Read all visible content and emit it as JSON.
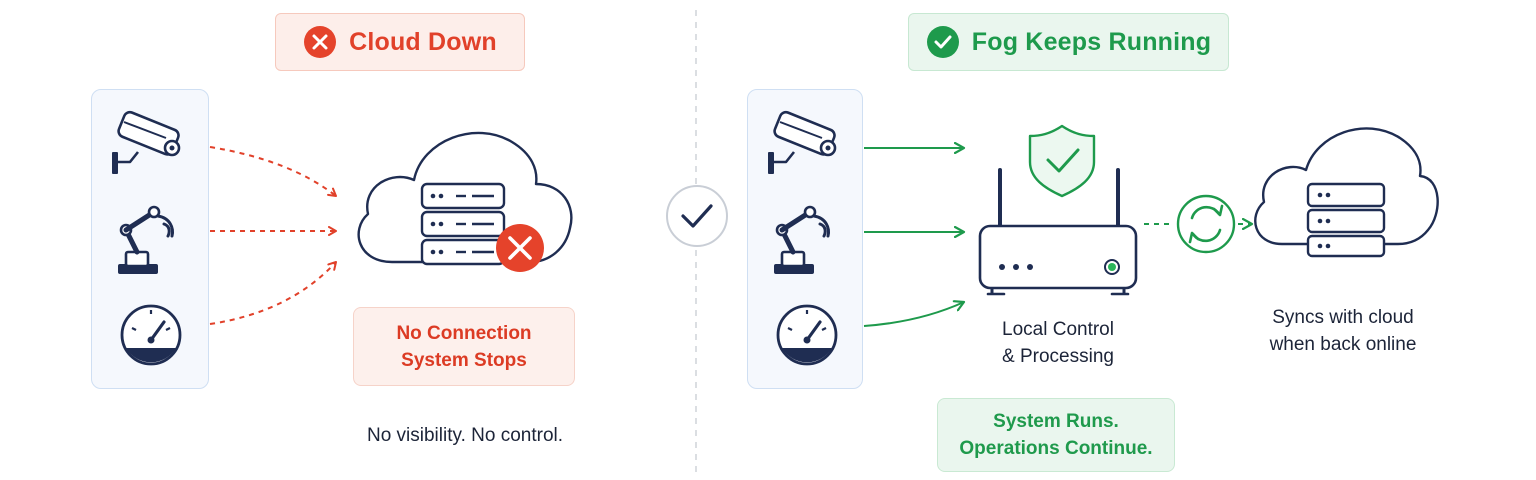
{
  "left_panel": {
    "header": "Cloud Down",
    "status_box": {
      "line1": "No Connection",
      "line2": "System Stops"
    },
    "footer": "No visibility. No control.",
    "devices": [
      "security-camera",
      "robotic-arm",
      "gauge"
    ]
  },
  "right_panel": {
    "header": "Fog Keeps Running",
    "fog_caption": {
      "line1": "Local Control",
      "line2": "& Processing"
    },
    "sync_caption": {
      "line1": "Syncs with cloud",
      "line2": "when back online"
    },
    "status_box": {
      "line1": "System Runs.",
      "line2": "Operations Continue."
    },
    "devices": [
      "security-camera",
      "robotic-arm",
      "gauge"
    ]
  },
  "icons": {
    "left_header": "x-circle-icon",
    "right_header": "check-circle-icon",
    "center": "check-icon",
    "cloud_error": "x-circle-icon",
    "fog_shield": "shield-check-icon",
    "sync": "sync-icon"
  },
  "colors": {
    "error": "#e1412a",
    "success": "#1e9a4c",
    "navy": "#1f2d52",
    "panel_border": "#cfdff3"
  }
}
